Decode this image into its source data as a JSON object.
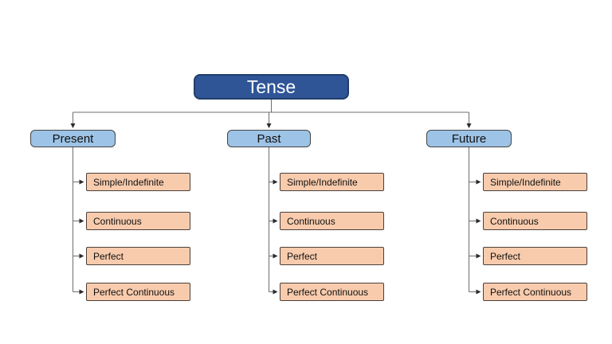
{
  "tree": {
    "root": "Tense",
    "branches": [
      {
        "label": "Present",
        "children": [
          "Simple/Indefinite",
          "Continuous",
          "Perfect",
          "Perfect Continuous"
        ]
      },
      {
        "label": "Past",
        "children": [
          "Simple/Indefinite",
          "Continuous",
          "Perfect",
          "Perfect Continuous"
        ]
      },
      {
        "label": "Future",
        "children": [
          "Simple/Indefinite",
          "Continuous",
          "Perfect",
          "Perfect Continuous"
        ]
      }
    ]
  },
  "colors": {
    "background": "#FFFFFF",
    "root_fill": "#2F5597",
    "root_border": "#203E6B",
    "root_text": "#FFFFFF",
    "category_fill": "#9DC3E6",
    "category_border": "#454545",
    "category_text": "#111111",
    "child_fill": "#F8CBAD",
    "child_border": "#4A4038",
    "child_text": "#111111",
    "connector_line": "#6E6E6E",
    "arrowhead": "#2B2B2B"
  }
}
